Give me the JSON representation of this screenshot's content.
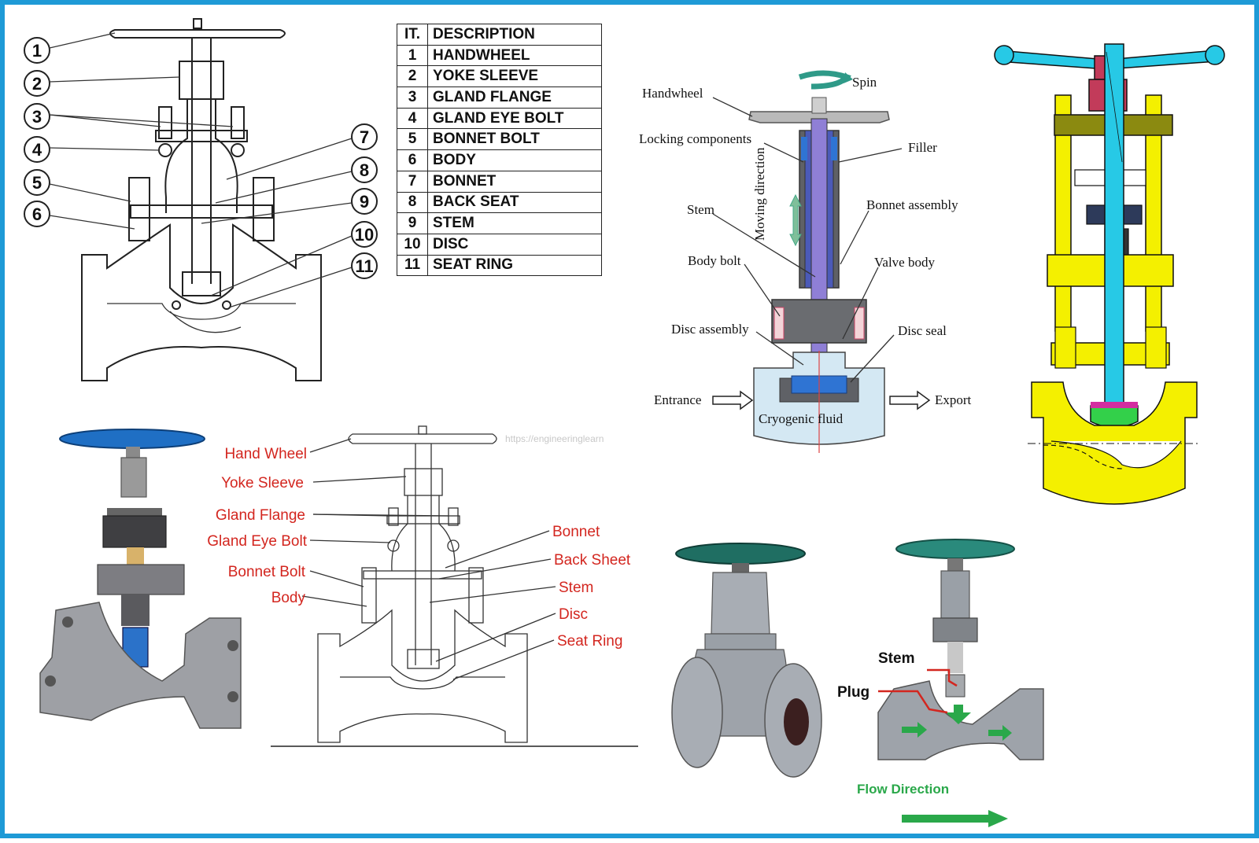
{
  "table": {
    "header": [
      "IT.",
      "DESCRIPTION"
    ],
    "rows": [
      [
        "1",
        "HANDWHEEL"
      ],
      [
        "2",
        "YOKE SLEEVE"
      ],
      [
        "3",
        "GLAND FLANGE"
      ],
      [
        "4",
        "GLAND EYE BOLT"
      ],
      [
        "5",
        "BONNET BOLT"
      ],
      [
        "6",
        "BODY"
      ],
      [
        "7",
        "BONNET"
      ],
      [
        "8",
        "BACK SEAT"
      ],
      [
        "9",
        "STEM"
      ],
      [
        "10",
        "DISC"
      ],
      [
        "11",
        "SEAT RING"
      ]
    ]
  },
  "drawing1": {
    "callouts_left": [
      "1",
      "2",
      "3",
      "4",
      "5",
      "6"
    ],
    "callouts_right": [
      "7",
      "8",
      "9",
      "10",
      "11"
    ]
  },
  "cryogenic": {
    "labels": {
      "spin": "Spin",
      "handwheel": "Handwheel",
      "locking": "Locking components",
      "filler": "Filler",
      "moving_direction": "Moving direction",
      "stem": "Stem",
      "bonnet_assembly": "Bonnet assembly",
      "body_bolt": "Body bolt",
      "valve_body": "Valve body",
      "disc_assembly": "Disc assembly",
      "disc_seal": "Disc seal",
      "entrance": "Entrance",
      "export": "Export",
      "fluid": "Cryogenic fluid"
    }
  },
  "drawing2": {
    "left_labels": [
      "Hand Wheel",
      "Yoke Sleeve",
      "Gland Flange",
      "Gland Eye Bolt",
      "Bonnet Bolt",
      "Body"
    ],
    "right_labels": [
      "Bonnet",
      "Back Sheet",
      "Stem",
      "Disc",
      "Seat Ring"
    ],
    "watermark": "https://engineeringlearn"
  },
  "cutaway2": {
    "stem": "Stem",
    "plug": "Plug",
    "flow": "Flow Direction"
  },
  "colors": {
    "frame": "#1e9ad6",
    "red_label": "#d3261f",
    "flow_green": "#2aa84a",
    "handwheel_blue": "#1f6fc4",
    "handwheel_teal": "#1f6e62",
    "cad_yellow": "#f4f000",
    "cad_cyan": "#27c9e6"
  }
}
